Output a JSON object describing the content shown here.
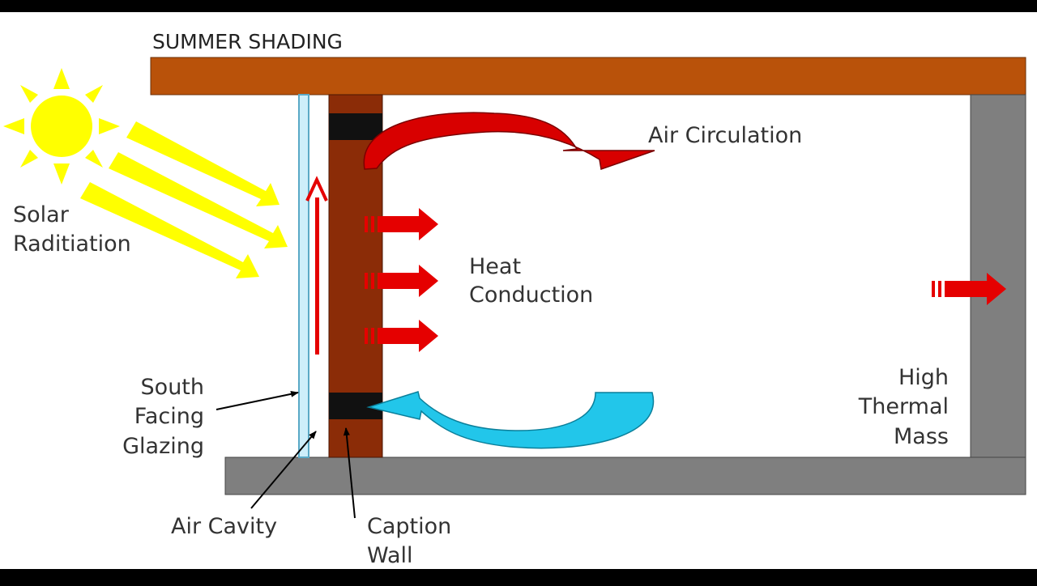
{
  "title": "SUMMER SHADING",
  "labels": {
    "solar": [
      "Solar",
      "Raditiation"
    ],
    "air_circulation": "Air Circulation",
    "heat_conduction": [
      "Heat",
      "Conduction"
    ],
    "glazing": [
      "South",
      "Facing",
      "Glazing"
    ],
    "air_cavity": "Air Cavity",
    "caption_wall": [
      "Caption",
      "Wall"
    ],
    "thermal_mass": [
      "High",
      "Thermal",
      "Mass"
    ]
  },
  "colors": {
    "frame_background": "#000000",
    "canvas": "#ffffff",
    "shading_roof": "#b9520a",
    "floor": "#7f7f7f",
    "thermal_mass_wall": "#7f7f7f",
    "caption_wall": "#8b2c07",
    "vent_blocks": "#111111",
    "glazing": "#cdeefa",
    "sun": "#ffff00",
    "heat_arrows": "#e50000",
    "warm_air": "#c00000",
    "cool_air": "#29c9ec",
    "leader_lines": "#000000"
  }
}
